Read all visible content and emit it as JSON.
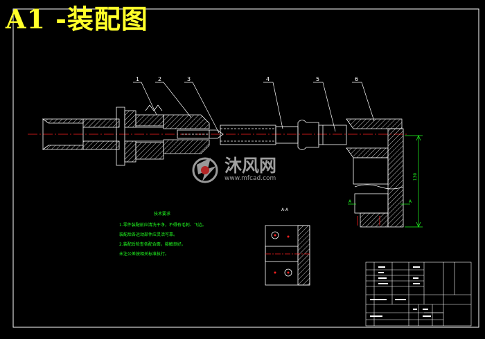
{
  "title": "A1 -装配图",
  "callouts": [
    "1",
    "2",
    "3",
    "4",
    "5",
    "6"
  ],
  "section_label": "A-A",
  "section_marks": [
    "A",
    "A"
  ],
  "dimension_text": "130",
  "notes": {
    "heading": "技术要求",
    "lines": [
      "1.零件装配前应清洗干净，不得有毛刺、飞边。",
      "装配后各运动部件应灵活可靠。",
      "2.装配后检查各配合面，接触良好。",
      "未注公差按相关标准执行。"
    ]
  },
  "watermark": {
    "name": "沐风网",
    "url": "www.mfcad.com"
  },
  "colors": {
    "background": "#000000",
    "title": "#ffff2a",
    "lines": "#ffffff",
    "centerline": "#ff2020",
    "dimension": "#22ff22",
    "watermark": "#c0c0c0"
  },
  "icons": [
    "mfcad-logo-icon"
  ]
}
